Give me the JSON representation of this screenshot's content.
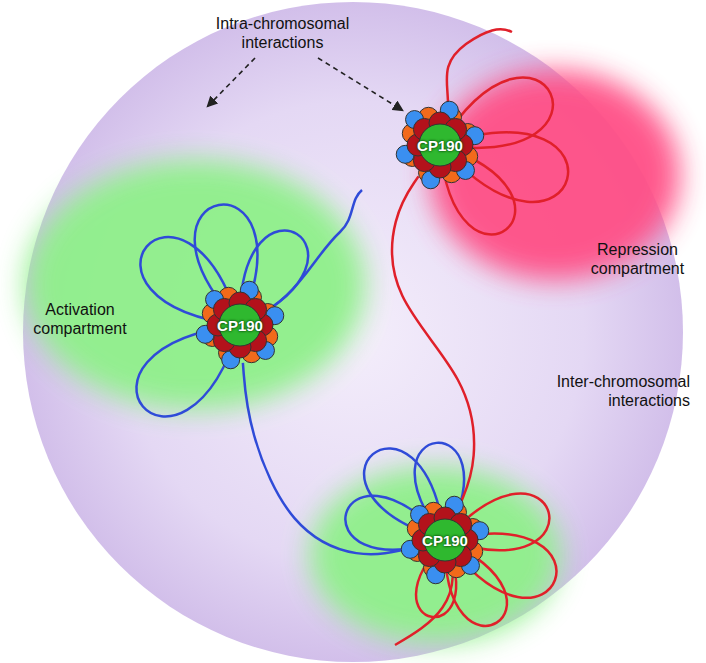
{
  "diagram": {
    "nodes": [
      {
        "text": [
          "Activation compartment"
        ]
      },
      {
        "text": [
          "CP190"
        ],
        "in": 0
      },
      {
        "text": [
          "Repression compartment"
        ]
      },
      {
        "text": [
          "CP190"
        ],
        "in": 2
      },
      {
        "text": [
          "CP190"
        ]
      }
    ],
    "edges": [
      {
        "from": 1,
        "to": 4,
        "arrow": "none"
      },
      {
        "from": 3,
        "to": 4,
        "arrow": "none"
      }
    ],
    "labels": [
      "Intra-chromosomal interactions",
      "Inter-chromosomal interactions"
    ]
  }
}
